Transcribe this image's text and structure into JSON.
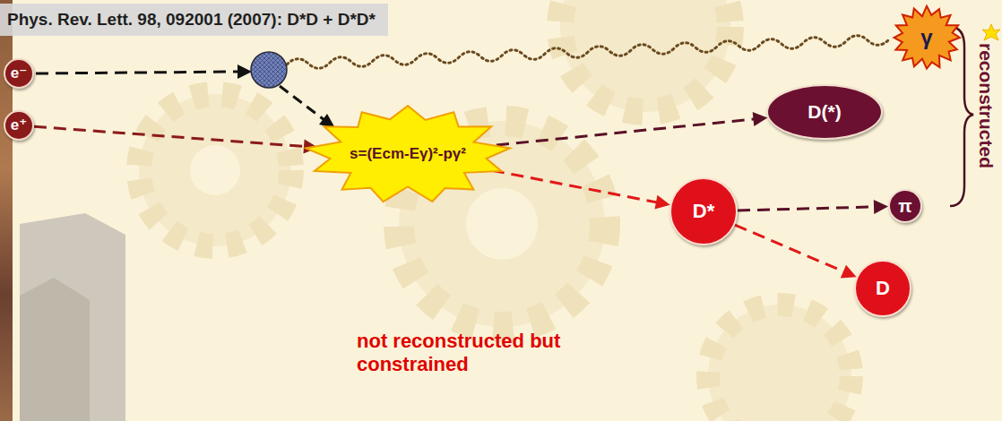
{
  "diagram": {
    "title": "Phys. Rev. Lett. 98, 092001 (2007): D*D + D*D*",
    "nodes": [
      {
        "text": [
          "e⁻"
        ]
      },
      {
        "text": [
          "e⁺"
        ]
      },
      {
        "text": [
          "s=(Ecm-Eγ)²-pγ²"
        ]
      },
      {
        "text": [
          "γ"
        ]
      },
      {
        "text": [
          "D(*)"
        ]
      },
      {
        "text": [
          "D*"
        ]
      },
      {
        "text": [
          "π"
        ]
      },
      {
        "text": [
          "D"
        ]
      }
    ],
    "edges": [
      {
        "from": 1,
        "to": 2,
        "arrow": "to"
      },
      {
        "from": 2,
        "to": 4,
        "arrow": "to"
      },
      {
        "from": 2,
        "to": 5,
        "arrow": "to"
      },
      {
        "from": 5,
        "to": 6,
        "arrow": "to"
      },
      {
        "from": 5,
        "to": 7,
        "arrow": "to"
      }
    ],
    "labels": [
      "reconstructed",
      "not reconstructed but constrained"
    ]
  }
}
